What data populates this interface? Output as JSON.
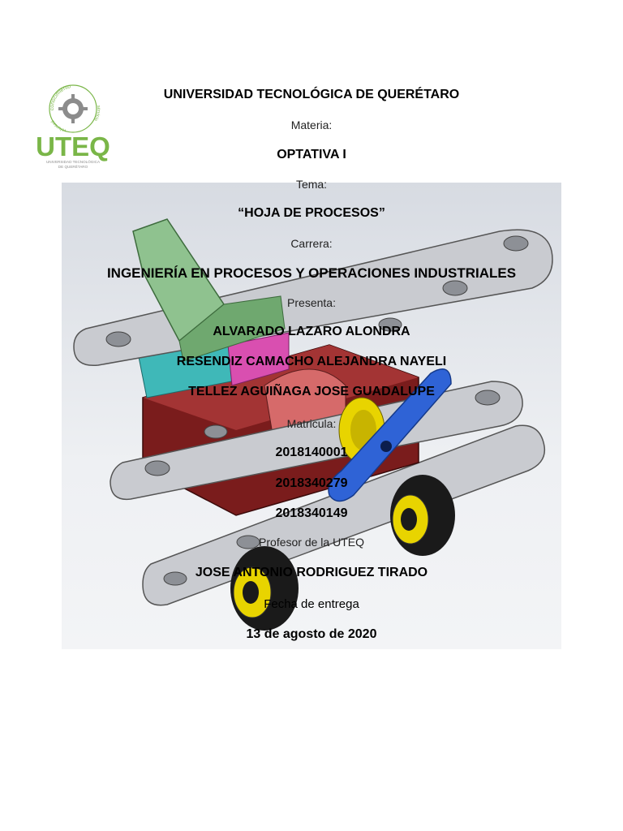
{
  "logo": {
    "arc_top": "conocimiento",
    "arc_right": "servicio",
    "arc_left": "voluntad",
    "name": "UTEQ",
    "subtitle_line1": "UNIVERSIDAD TECNOLÓGICA",
    "subtitle_line2": "DE QUERÉTARO",
    "colors": {
      "green": "#7ab648",
      "gray": "#8c8c8c"
    }
  },
  "cover": {
    "university": "UNIVERSIDAD TECNOLÓGICA DE QUERÉTARO",
    "subject_label": "Materia:",
    "subject": "OPTATIVA I",
    "topic_label": "Tema:",
    "topic": "“HOJA DE PROCESOS”",
    "career_label": "Carrera:",
    "career": "INGENIERÍA EN PROCESOS Y OPERACIONES INDUSTRIALES",
    "presenters_label": "Presenta:",
    "presenters": [
      "ALVARADO LAZARO ALONDRA",
      "RESENDIZ CAMACHO ALEJANDRA NAYELI",
      "TELLEZ AGUIÑAGA JOSE GUADALUPE"
    ],
    "id_label": "Matricula:",
    "ids": [
      "2018140001",
      "2018340279",
      "2018340149"
    ],
    "professor_label": "Profesor de la UTEQ",
    "professor": "JOSE ANTONIO RODRIGUEZ TIRADO",
    "date_label": "Fecha de entrega",
    "date": "13 de agosto de 2020"
  },
  "render_colors": {
    "wing": "#c9cbd0",
    "tail_green": "#8fc28f",
    "body_red": "#7a1c1c",
    "body_pink": "#d66a6a",
    "cyan": "#3fb8b8",
    "magenta": "#d94fb0",
    "yellow": "#e8d400",
    "blue": "#2f63d6",
    "tire": "#1a1a1a"
  }
}
